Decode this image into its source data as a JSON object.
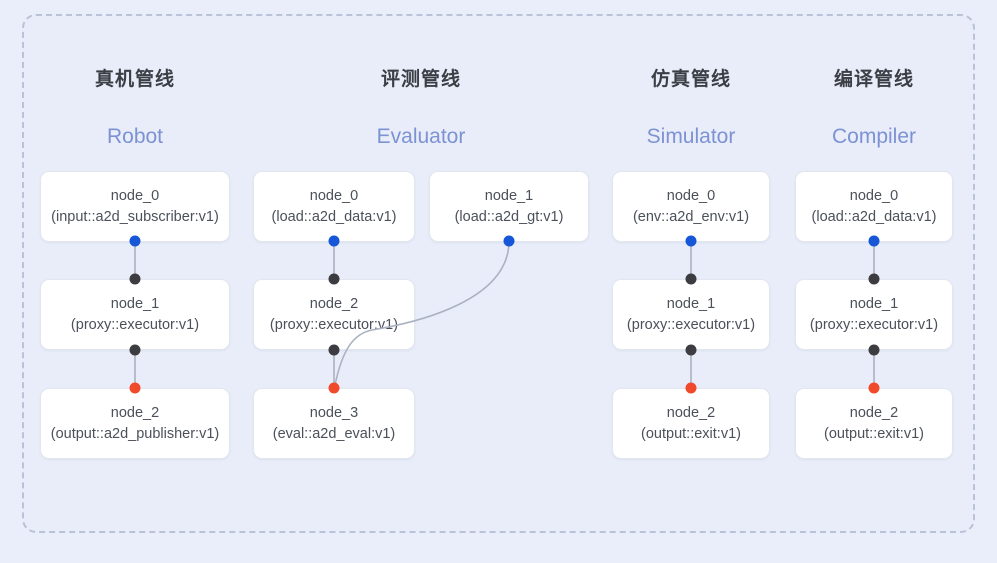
{
  "diagram": {
    "title_visible": false,
    "frame": {
      "style": "dashed",
      "color": "#b9c2d6"
    },
    "background_color": "#e9edf9",
    "accent_color": "#7c92d3",
    "port_colors": {
      "input": "#1557d6",
      "middle": "#3c3c41",
      "output": "#f1492c"
    },
    "columns": [
      {
        "id": "robot",
        "title_cn": "真机管线",
        "title_en": "Robot",
        "nodes": [
          {
            "name": "node_0",
            "spec": "(input::a2d_subscriber:v1)",
            "row": 0
          },
          {
            "name": "node_1",
            "spec": "(proxy::executor:v1)",
            "row": 1
          },
          {
            "name": "node_2",
            "spec": "(output::a2d_publisher:v1)",
            "row": 2
          }
        ]
      },
      {
        "id": "evaluator",
        "title_cn": "评测管线",
        "title_en": "Evaluator",
        "nodes": [
          {
            "name": "node_0",
            "spec": "(load::a2d_data:v1)",
            "row": 0
          },
          {
            "name": "node_1",
            "spec": "(load::a2d_gt:v1)",
            "row": 0
          },
          {
            "name": "node_2",
            "spec": "(proxy::executor:v1)",
            "row": 1
          },
          {
            "name": "node_3",
            "spec": "(eval::a2d_eval:v1)",
            "row": 2
          }
        ]
      },
      {
        "id": "simulator",
        "title_cn": "仿真管线",
        "title_en": "Simulator",
        "nodes": [
          {
            "name": "node_0",
            "spec": "(env::a2d_env:v1)",
            "row": 0
          },
          {
            "name": "node_1",
            "spec": "(proxy::executor:v1)",
            "row": 1
          },
          {
            "name": "node_2",
            "spec": "(output::exit:v1)",
            "row": 2
          }
        ]
      },
      {
        "id": "compiler",
        "title_cn": "编译管线",
        "title_en": "Compiler",
        "nodes": [
          {
            "name": "node_0",
            "spec": "(load::a2d_data:v1)",
            "row": 0
          },
          {
            "name": "node_1",
            "spec": "(proxy::executor:v1)",
            "row": 1
          },
          {
            "name": "node_2",
            "spec": "(output::exit:v1)",
            "row": 2
          }
        ]
      }
    ]
  }
}
